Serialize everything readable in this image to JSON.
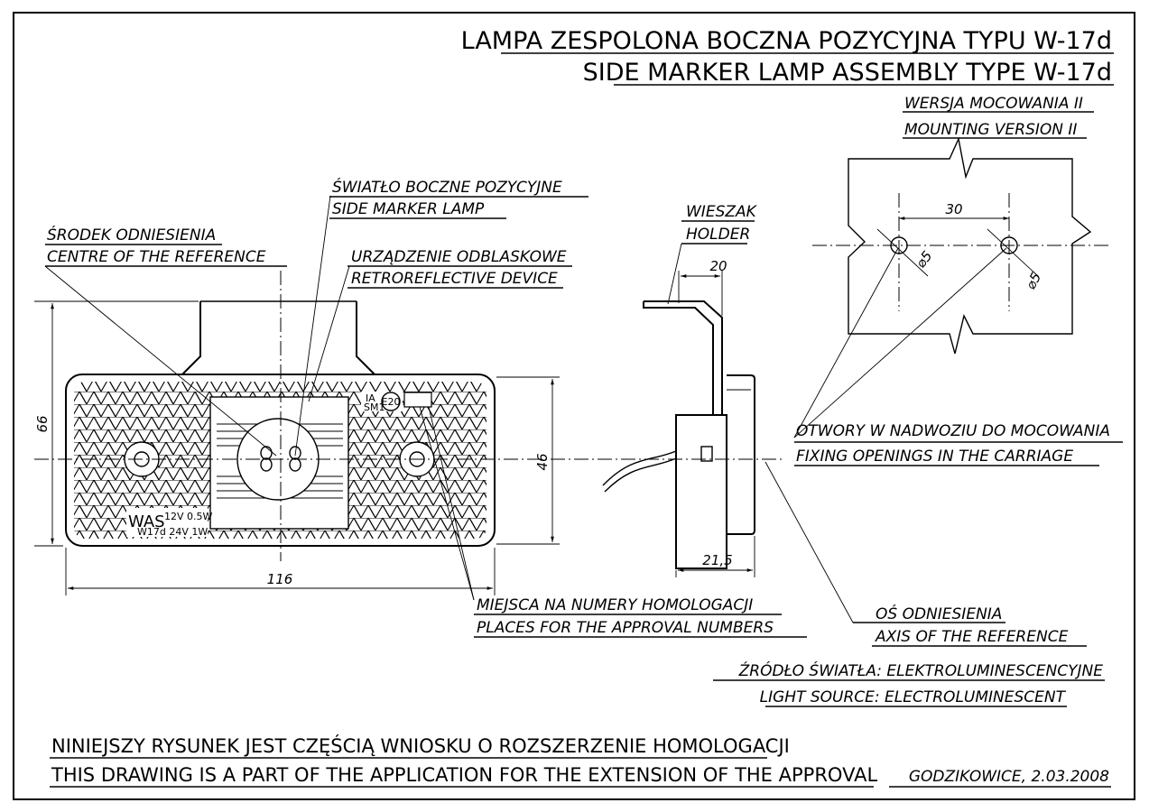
{
  "title": {
    "pl": "LAMPA ZESPOLONA BOCZNA POZYCYJNA TYPU W-17d",
    "en": "SIDE MARKER LAMP ASSEMBLY TYPE W-17d"
  },
  "mounting": {
    "pl": "WERSJA MOCOWANIA II",
    "en": "MOUNTING VERSION II"
  },
  "labels": {
    "side_marker_pl": "ŚWIATŁO BOCZNE POZYCYJNE",
    "side_marker_en": "SIDE MARKER LAMP",
    "centre_pl": "ŚRODEK ODNIESIENIA",
    "centre_en": "CENTRE OF THE REFERENCE",
    "retro_pl": "URZĄDZENIE ODBLASKOWE",
    "retro_en": "RETROREFLECTIVE DEVICE",
    "holder_pl": "WIESZAK",
    "holder_en": "HOLDER",
    "fixing_pl": "OTWORY W NADWOZIU DO MOCOWANIA",
    "fixing_en": "FIXING OPENINGS IN THE CARRIAGE",
    "approval_pl": "MIEJSCA NA NUMERY HOMOLOGACJI",
    "approval_en": "PLACES FOR THE APPROVAL NUMBERS",
    "axis_pl": "OŚ ODNIESIENIA",
    "axis_en": "AXIS OF THE REFERENCE",
    "source_pl": "ŹRÓDŁO ŚWIATŁA: ELEKTROLUMINESCENCYJNE",
    "source_en": "LIGHT SOURCE: ELECTROLUMINESCENT"
  },
  "dimensions": {
    "height": "66",
    "inner_height": "46",
    "width": "116",
    "holder_width": "20",
    "depth": "21,5",
    "hole_spacing": "30",
    "hole_dia_1": "⌀5",
    "hole_dia_2": "⌀5"
  },
  "markings": {
    "brand": "WAS",
    "rating_1": "12V 0.5W",
    "rating_2": "W17d 24V 1W",
    "class": "IA",
    "class_2": "SM1",
    "approval": "E20"
  },
  "footer": {
    "note_pl": "NINIEJSZY RYSUNEK JEST CZĘŚCIĄ WNIOSKU O ROZSZERZENIE HOMOLOGACJI",
    "note_en": "THIS DRAWING IS A PART OF THE APPLICATION FOR THE EXTENSION OF THE APPROVAL",
    "place_date": "GODZIKOWICE, 2.03.2008"
  }
}
